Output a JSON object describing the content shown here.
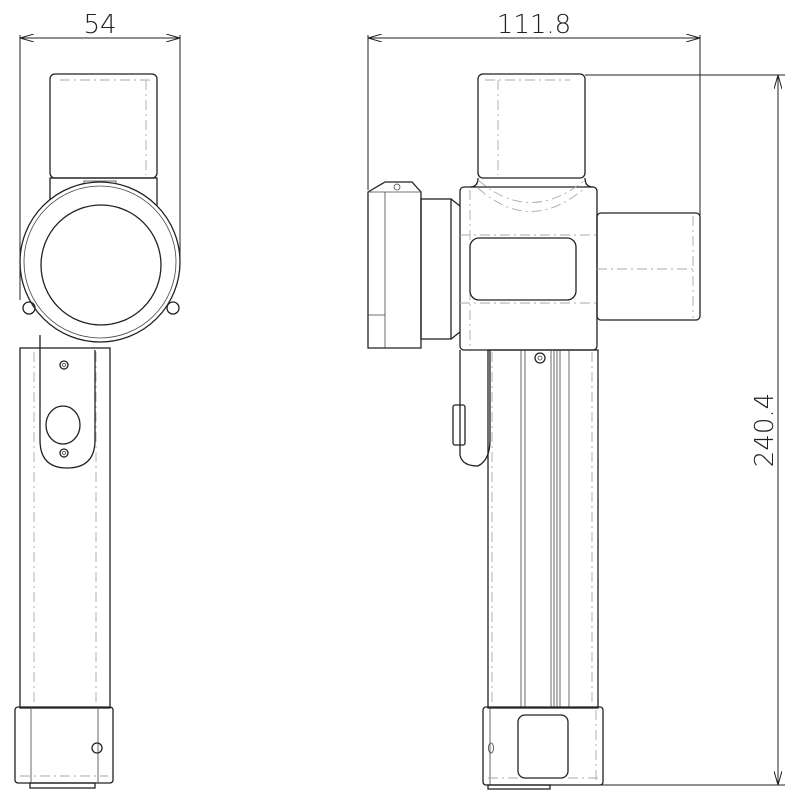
{
  "drawing": {
    "views": [
      "front-view",
      "side-view"
    ],
    "dimensions": {
      "width_front": "54",
      "length_side": "111.8",
      "height_side": "240.4"
    },
    "line_color": "#222222",
    "hidden_line_color": "#aaaaaa"
  }
}
